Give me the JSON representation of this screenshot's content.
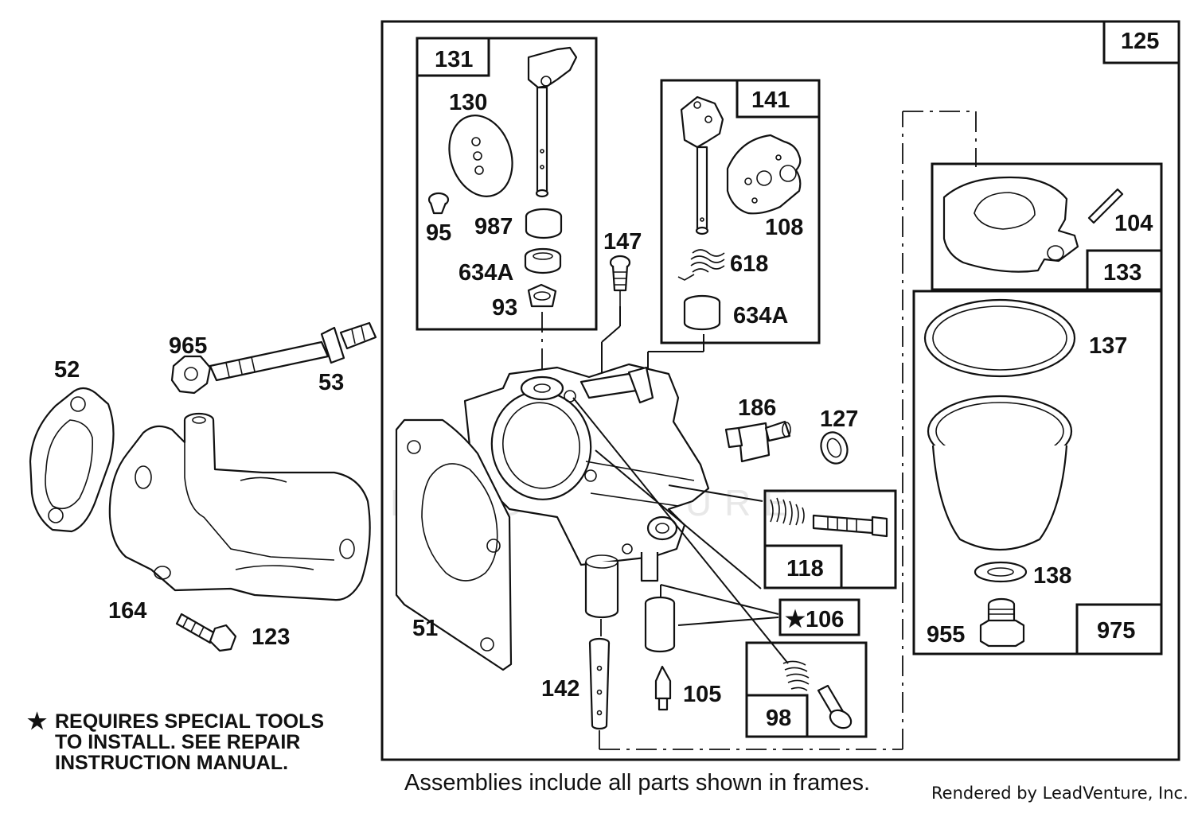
{
  "labels": {
    "p125": "125",
    "p131": "131",
    "p130": "130",
    "p95": "95",
    "p987": "987",
    "p634a_left": "634A",
    "p93": "93",
    "p147": "147",
    "p141": "141",
    "p108": "108",
    "p618": "618",
    "p634a_right": "634A",
    "p104": "104",
    "p133": "133",
    "p137": "137",
    "p138": "138",
    "p955": "955",
    "p975": "975",
    "p965": "965",
    "p52": "52",
    "p53": "53",
    "p164": "164",
    "p123": "123",
    "p51": "51",
    "p186": "186",
    "p127": "127",
    "p118": "118",
    "p106": "★106",
    "p142": "142",
    "p105": "105",
    "p98": "98"
  },
  "note": {
    "star": "★",
    "line1": "REQUIRES SPECIAL TOOLS",
    "line2": "TO INSTALL.  SEE REPAIR",
    "line3": "INSTRUCTION MANUAL."
  },
  "caption": "Assemblies include all parts shown in frames.",
  "credit": "Rendered by LeadVenture, Inc.",
  "watermark": "LEADVENTURE"
}
